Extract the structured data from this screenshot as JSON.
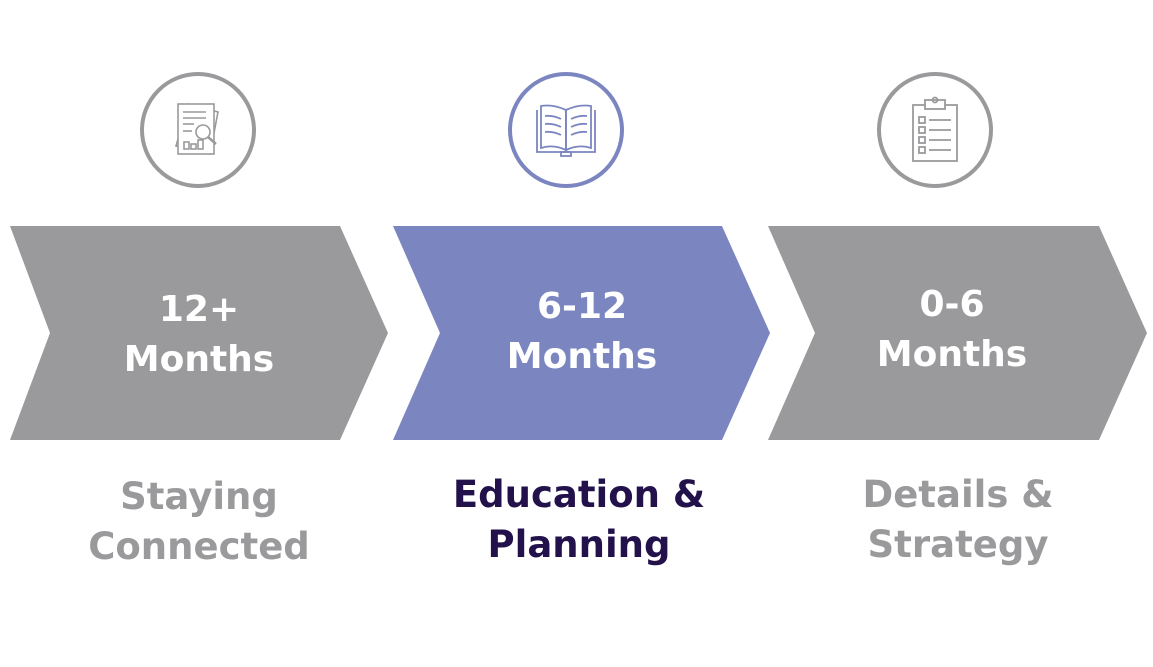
{
  "stages": [
    {
      "period_line1": "12+",
      "period_line2": "Months",
      "label_line1": "Staying",
      "label_line2": "Connected",
      "icon": "report-magnifier-icon",
      "active": false
    },
    {
      "period_line1": "6-12",
      "period_line2": "Months",
      "label_line1": "Education &",
      "label_line2": "Planning",
      "icon": "open-book-icon",
      "active": true
    },
    {
      "period_line1": "0-6",
      "period_line2": "Months",
      "label_line1": "Details &",
      "label_line2": "Strategy",
      "icon": "clipboard-checklist-icon",
      "active": false
    }
  ],
  "colors": {
    "gray": "#9a9a9c",
    "accent": "#7b86c0",
    "active_text": "#22114a"
  }
}
